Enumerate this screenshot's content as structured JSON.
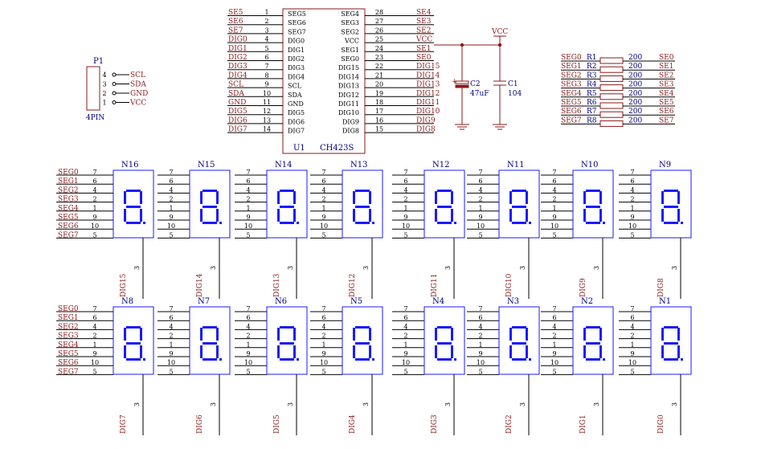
{
  "ic": {
    "designator": "U1",
    "part": "CH423S",
    "left_pins": [
      {
        "num": "1",
        "name": "SEG5",
        "net": "SE5"
      },
      {
        "num": "2",
        "name": "SEG6",
        "net": "SE6"
      },
      {
        "num": "3",
        "name": "SEG7",
        "net": "SE7"
      },
      {
        "num": "4",
        "name": "DIG0",
        "net": "DIG0"
      },
      {
        "num": "5",
        "name": "DIG1",
        "net": "DIG1"
      },
      {
        "num": "6",
        "name": "DIG2",
        "net": "DIG2"
      },
      {
        "num": "7",
        "name": "DIG3",
        "net": "DIG3"
      },
      {
        "num": "8",
        "name": "DIG4",
        "net": "DIG4"
      },
      {
        "num": "9",
        "name": "SCL",
        "net": "SCL"
      },
      {
        "num": "10",
        "name": "SDA",
        "net": "SDA"
      },
      {
        "num": "11",
        "name": "GND",
        "net": "GND"
      },
      {
        "num": "12",
        "name": "DIG5",
        "net": "DIG5"
      },
      {
        "num": "13",
        "name": "DIG6",
        "net": "DIG6"
      },
      {
        "num": "14",
        "name": "DIG7",
        "net": "DIG7"
      }
    ],
    "right_pins": [
      {
        "num": "28",
        "name": "SEG4",
        "net": "SE4"
      },
      {
        "num": "27",
        "name": "SEG3",
        "net": "SE3"
      },
      {
        "num": "26",
        "name": "SEG2",
        "net": "SE2"
      },
      {
        "num": "25",
        "name": "VCC",
        "net": "VCC"
      },
      {
        "num": "24",
        "name": "SEG1",
        "net": "SE1"
      },
      {
        "num": "23",
        "name": "SEG0",
        "net": "SE0"
      },
      {
        "num": "22",
        "name": "DIG15",
        "net": "DIG15"
      },
      {
        "num": "21",
        "name": "DIG14",
        "net": "DIG14"
      },
      {
        "num": "20",
        "name": "DIG13",
        "net": "DIG13"
      },
      {
        "num": "19",
        "name": "DIG12",
        "net": "DIG12"
      },
      {
        "num": "18",
        "name": "DIG11",
        "net": "DIG11"
      },
      {
        "num": "17",
        "name": "DIG10",
        "net": "DIG10"
      },
      {
        "num": "16",
        "name": "DIG9",
        "net": "DIG9"
      },
      {
        "num": "15",
        "name": "DIG8",
        "net": "DIG8"
      }
    ]
  },
  "connector": {
    "designator": "P1",
    "footprint": "4PIN",
    "pins": [
      {
        "num": "4",
        "net": "SCL"
      },
      {
        "num": "3",
        "net": "SDA"
      },
      {
        "num": "2",
        "net": "GND"
      },
      {
        "num": "1",
        "net": "VCC"
      }
    ]
  },
  "power": {
    "vcc_label": "VCC"
  },
  "caps": [
    {
      "designator": "C2",
      "value": "47uF",
      "polarized": true
    },
    {
      "designator": "C1",
      "value": "104",
      "polarized": false
    }
  ],
  "resistors": [
    {
      "left_net": "SEG0",
      "designator": "R1",
      "value": "200",
      "right_net": "SE0"
    },
    {
      "left_net": "SEG1",
      "designator": "R2",
      "value": "200",
      "right_net": "SE1"
    },
    {
      "left_net": "SEG2",
      "designator": "R3",
      "value": "200",
      "right_net": "SE2"
    },
    {
      "left_net": "SEG3",
      "designator": "R4",
      "value": "200",
      "right_net": "SE3"
    },
    {
      "left_net": "SEG4",
      "designator": "R5",
      "value": "200",
      "right_net": "SE4"
    },
    {
      "left_net": "SEG5",
      "designator": "R6",
      "value": "200",
      "right_net": "SE5"
    },
    {
      "left_net": "SEG6",
      "designator": "R7",
      "value": "200",
      "right_net": "SE6"
    },
    {
      "left_net": "SEG7",
      "designator": "R8",
      "value": "200",
      "right_net": "SE7"
    }
  ],
  "display_pins": [
    "7",
    "6",
    "4",
    "2",
    "1",
    "9",
    "10",
    "5"
  ],
  "display_segment_nets": [
    "SEG0",
    "SEG1",
    "SEG2",
    "SEG3",
    "SEG4",
    "SEG5",
    "SEG6",
    "SEG7"
  ],
  "display_common_pin": "3",
  "display_rows": [
    [
      {
        "ref": "N16",
        "dig": "DIG15"
      },
      {
        "ref": "N15",
        "dig": "DIG14"
      },
      {
        "ref": "N14",
        "dig": "DIG13"
      },
      {
        "ref": "N13",
        "dig": "DIG12"
      },
      {
        "ref": "N12",
        "dig": "DIG11"
      },
      {
        "ref": "N11",
        "dig": "DIG10"
      },
      {
        "ref": "N10",
        "dig": "DIG9"
      },
      {
        "ref": "N9",
        "dig": "DIG8"
      }
    ],
    [
      {
        "ref": "N8",
        "dig": "DIG7"
      },
      {
        "ref": "N7",
        "dig": "DIG6"
      },
      {
        "ref": "N6",
        "dig": "DIG5"
      },
      {
        "ref": "N5",
        "dig": "DIG4"
      },
      {
        "ref": "N4",
        "dig": "DIG3"
      },
      {
        "ref": "N3",
        "dig": "DIG2"
      },
      {
        "ref": "N2",
        "dig": "DIG1"
      },
      {
        "ref": "N1",
        "dig": "DIG0"
      }
    ]
  ],
  "colors": {
    "net_label": "#8b1a1a",
    "component_label": "#000080",
    "display": "#1a1aff",
    "wire": "#000000"
  }
}
